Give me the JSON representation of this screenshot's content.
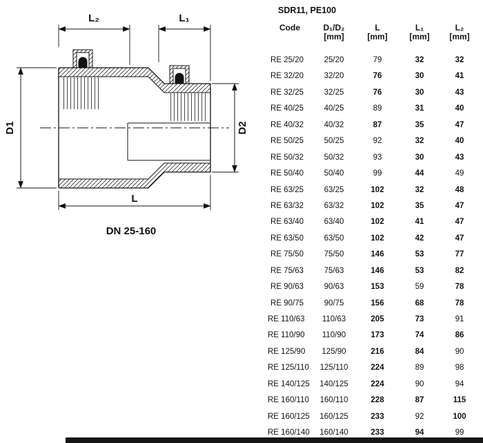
{
  "diagram": {
    "dim_l2": "L₂",
    "dim_l1": "L₁",
    "dim_d1": "D1",
    "dim_d2": "D2",
    "dim_l": "L",
    "caption": "DN 25-160"
  },
  "table": {
    "title": "SDR11, PE100",
    "headers": {
      "code": "Code",
      "d": "D₁/D₂",
      "d_unit": "[mm]",
      "l": "L",
      "l_unit": "[mm]",
      "l1": "L₁",
      "l1_unit": "[mm]",
      "l2": "L₂",
      "l2_unit": "[mm]"
    },
    "rows": [
      {
        "code": "RE 25/20",
        "d": "25/20",
        "l": "79",
        "l1": "32",
        "l2": "32",
        "bold": [
          false,
          true,
          true
        ]
      },
      {
        "code": "RE 32/20",
        "d": "32/20",
        "l": "76",
        "l1": "30",
        "l2": "41",
        "bold": [
          true,
          true,
          true
        ]
      },
      {
        "code": "RE 32/25",
        "d": "32/25",
        "l": "76",
        "l1": "30",
        "l2": "43",
        "bold": [
          true,
          true,
          true
        ]
      },
      {
        "code": "RE 40/25",
        "d": "40/25",
        "l": "89",
        "l1": "31",
        "l2": "40",
        "bold": [
          false,
          true,
          true
        ]
      },
      {
        "code": "RE 40/32",
        "d": "40/32",
        "l": "87",
        "l1": "35",
        "l2": "47",
        "bold": [
          true,
          true,
          true
        ]
      },
      {
        "code": "RE 50/25",
        "d": "50/25",
        "l": "92",
        "l1": "32",
        "l2": "40",
        "bold": [
          false,
          true,
          true
        ]
      },
      {
        "code": "RE 50/32",
        "d": "50/32",
        "l": "93",
        "l1": "30",
        "l2": "43",
        "bold": [
          false,
          true,
          true
        ]
      },
      {
        "code": "RE 50/40",
        "d": "50/40",
        "l": "99",
        "l1": "44",
        "l2": "49",
        "bold": [
          false,
          true,
          false
        ]
      },
      {
        "code": "RE 63/25",
        "d": "63/25",
        "l": "102",
        "l1": "32",
        "l2": "48",
        "bold": [
          true,
          true,
          true
        ]
      },
      {
        "code": "RE 63/32",
        "d": "63/32",
        "l": "102",
        "l1": "35",
        "l2": "47",
        "bold": [
          true,
          true,
          true
        ]
      },
      {
        "code": "RE 63/40",
        "d": "63/40",
        "l": "102",
        "l1": "41",
        "l2": "47",
        "bold": [
          true,
          true,
          true
        ]
      },
      {
        "code": "RE 63/50",
        "d": "63/50",
        "l": "102",
        "l1": "42",
        "l2": "47",
        "bold": [
          true,
          true,
          true
        ]
      },
      {
        "code": "RE 75/50",
        "d": "75/50",
        "l": "146",
        "l1": "53",
        "l2": "77",
        "bold": [
          true,
          true,
          true
        ]
      },
      {
        "code": "RE 75/63",
        "d": "75/63",
        "l": "146",
        "l1": "53",
        "l2": "82",
        "bold": [
          true,
          true,
          true
        ]
      },
      {
        "code": "RE 90/63",
        "d": "90/63",
        "l": "153",
        "l1": "59",
        "l2": "78",
        "bold": [
          true,
          false,
          true
        ]
      },
      {
        "code": "RE 90/75",
        "d": "90/75",
        "l": "156",
        "l1": "68",
        "l2": "78",
        "bold": [
          true,
          true,
          true
        ]
      },
      {
        "code": "RE 110/63",
        "d": "110/63",
        "l": "205",
        "l1": "73",
        "l2": "91",
        "bold": [
          true,
          true,
          false
        ]
      },
      {
        "code": "RE 110/90",
        "d": "110/90",
        "l": "173",
        "l1": "74",
        "l2": "86",
        "bold": [
          true,
          true,
          true
        ]
      },
      {
        "code": "RE 125/90",
        "d": "125/90",
        "l": "216",
        "l1": "84",
        "l2": "90",
        "bold": [
          true,
          true,
          false
        ]
      },
      {
        "code": "RE 125/110",
        "d": "125/110",
        "l": "224",
        "l1": "89",
        "l2": "98",
        "bold": [
          true,
          false,
          false
        ]
      },
      {
        "code": "RE 140/125",
        "d": "140/125",
        "l": "224",
        "l1": "90",
        "l2": "94",
        "bold": [
          true,
          false,
          false
        ]
      },
      {
        "code": "RE 160/110",
        "d": "160/110",
        "l": "228",
        "l1": "87",
        "l2": "115",
        "bold": [
          true,
          true,
          true
        ]
      },
      {
        "code": "RE 160/125",
        "d": "160/125",
        "l": "233",
        "l1": "92",
        "l2": "100",
        "bold": [
          true,
          false,
          true
        ]
      },
      {
        "code": "RE 160/140",
        "d": "160/140",
        "l": "233",
        "l1": "94",
        "l2": "99",
        "bold": [
          true,
          true,
          false
        ]
      }
    ]
  }
}
